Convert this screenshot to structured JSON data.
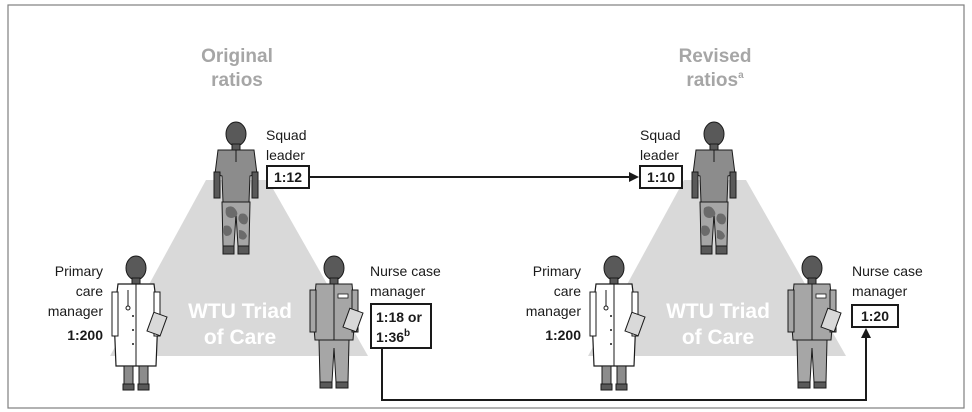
{
  "panels": [
    {
      "title_line1": "Original",
      "title_line2": "ratios",
      "title_sup": "",
      "squad_label_line1": "Squad",
      "squad_label_line2": "leader",
      "squad_ratio": "1:12",
      "pcm_label_line1": "Primary",
      "pcm_label_line2": "care",
      "pcm_label_line3": "manager",
      "pcm_ratio": "1:200",
      "ncm_label_line1": "Nurse case",
      "ncm_label_line2": "manager",
      "ncm_ratio_line1": "1:18 or",
      "ncm_ratio_line2": "1:36",
      "ncm_ratio_sup": "b",
      "triad_line1": "WTU Triad",
      "triad_line2": "of Care"
    },
    {
      "title_line1": "Revised",
      "title_line2": "ratios",
      "title_sup": "a",
      "squad_label_line1": "Squad",
      "squad_label_line2": "leader",
      "squad_ratio": "1:10",
      "pcm_label_line1": "Primary",
      "pcm_label_line2": "care",
      "pcm_label_line3": "manager",
      "pcm_ratio": "1:200",
      "ncm_label_line1": "Nurse case",
      "ncm_label_line2": "manager",
      "ncm_ratio_line1": "1:20",
      "ncm_ratio_line2": "",
      "ncm_ratio_sup": "",
      "triad_line1": "WTU Triad",
      "triad_line2": "of Care"
    }
  ],
  "colors": {
    "frame": "#7f7f7f",
    "triangle": "#d9d9d9",
    "title": "#a6a6a6",
    "figure_dark": "#595959",
    "figure_mid": "#8c8c8c",
    "camo": "#7a7a7a"
  }
}
